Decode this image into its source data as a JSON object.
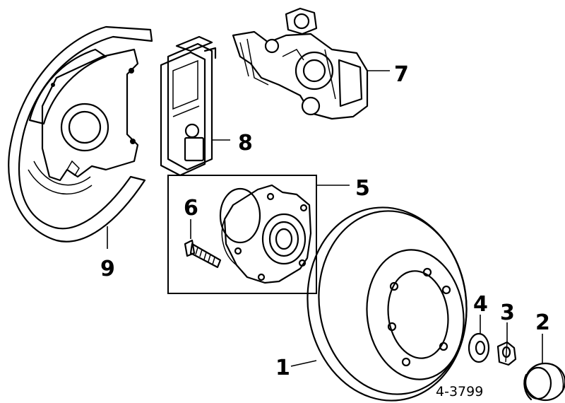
{
  "diagram": {
    "callouts": [
      {
        "id": "1",
        "label": "1"
      },
      {
        "id": "2",
        "label": "2"
      },
      {
        "id": "3",
        "label": "3"
      },
      {
        "id": "4",
        "label": "4"
      },
      {
        "id": "5",
        "label": "5"
      },
      {
        "id": "6",
        "label": "6"
      },
      {
        "id": "7",
        "label": "7"
      },
      {
        "id": "8",
        "label": "8"
      },
      {
        "id": "9",
        "label": "9"
      }
    ],
    "diagram_code": "4-3799"
  }
}
